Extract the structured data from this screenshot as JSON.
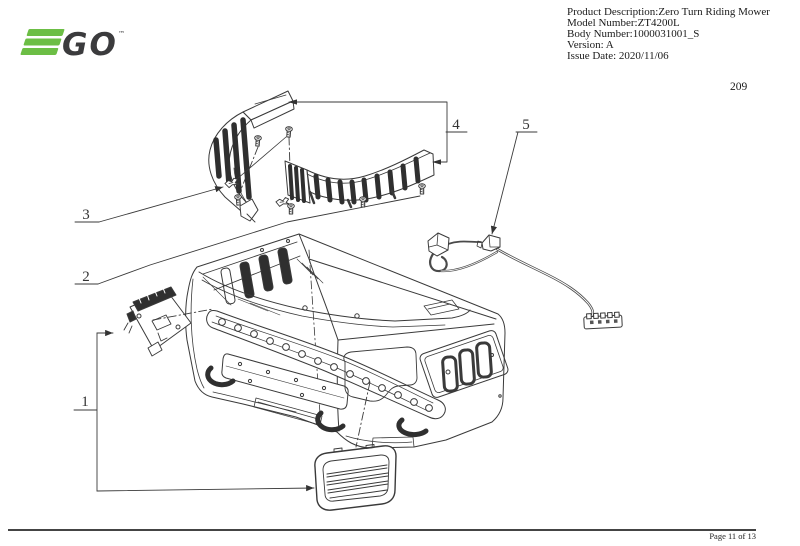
{
  "logo": {
    "go": "GO",
    "tm": "™",
    "green": "#6CBE45",
    "dark": "#3B3B3D"
  },
  "header": {
    "info_lines": [
      "Product Description:Zero Turn Riding Mower",
      "Model Number:ZT4200L",
      "Body Number:1000031001_S",
      "Version: A",
      "Issue Date: 2020/11/06"
    ],
    "page_number": "209"
  },
  "diagram": {
    "callouts": [
      {
        "label": "1"
      },
      {
        "label": "2"
      },
      {
        "label": "3"
      },
      {
        "label": "4"
      },
      {
        "label": "5"
      }
    ]
  },
  "footer": {
    "page_label": "Page 11 of 13"
  },
  "colors": {
    "line": "#3a3a3a",
    "dark_fill": "#2f2f2f"
  }
}
